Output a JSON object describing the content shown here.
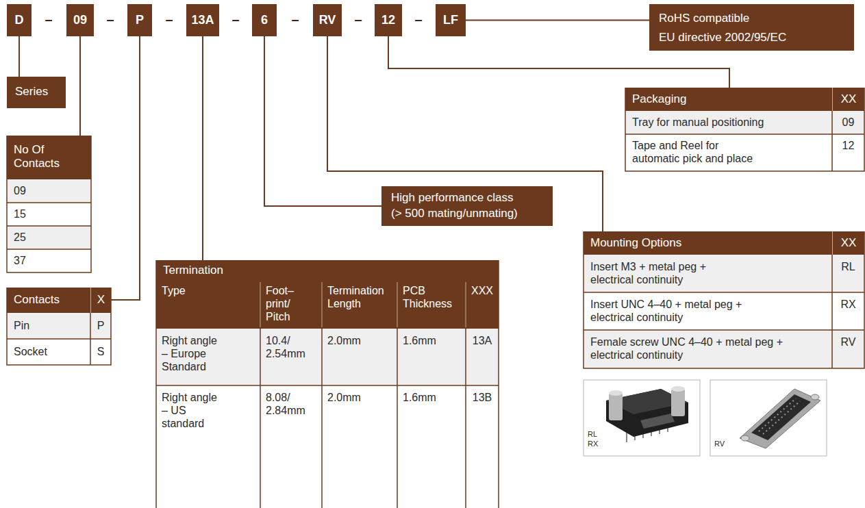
{
  "diagram": {
    "nodes": [
      {
        "text": [
          "D"
        ]
      },
      {
        "text": [
          "09"
        ]
      },
      {
        "text": [
          "P"
        ]
      },
      {
        "text": [
          "13A"
        ]
      },
      {
        "text": [
          "6"
        ]
      },
      {
        "text": [
          "RV"
        ]
      },
      {
        "text": [
          "12"
        ]
      },
      {
        "text": [
          "LF"
        ]
      },
      {
        "text": [
          "RoHS compatible",
          "EU directive 2002/95/EC"
        ]
      },
      {
        "text": [
          "Series"
        ]
      },
      {
        "text": [
          "No Of Contacts"
        ]
      },
      {
        "text": [
          "Contacts",
          "X"
        ]
      },
      {
        "text": [
          "Termination"
        ]
      },
      {
        "text": [
          "High performance class",
          "(> 500 mating/unmating)"
        ]
      },
      {
        "text": [
          "Mounting Options",
          "XX"
        ]
      },
      {
        "text": [
          "Packaging",
          "XX"
        ]
      }
    ],
    "edges": [
      {
        "from": 0,
        "to": 9,
        "arrow": "none"
      },
      {
        "from": 1,
        "to": 10,
        "arrow": "none"
      },
      {
        "from": 2,
        "to": 11,
        "arrow": "none"
      },
      {
        "from": 3,
        "to": 12,
        "arrow": "none"
      },
      {
        "from": 4,
        "to": 13,
        "arrow": "none"
      },
      {
        "from": 5,
        "to": 14,
        "arrow": "none"
      },
      {
        "from": 6,
        "to": 15,
        "arrow": "none"
      },
      {
        "from": 7,
        "to": 8,
        "arrow": "none"
      }
    ],
    "labels": [
      "–",
      "–",
      "–",
      "–",
      "–",
      "–",
      "–",
      "09",
      "15",
      "25",
      "37",
      "Pin",
      "P",
      "Socket",
      "S",
      "Type",
      "Foot– print/ Pitch",
      "Termination Length",
      "PCB Thickness",
      "XXX",
      "Right angle – Europe Standard",
      "10.4/ 2.54mm",
      "2.0mm",
      "1.6mm",
      "13A",
      "Right angle – US standard",
      "8.08/ 2.84mm",
      "2.0mm",
      "1.6mm",
      "13B",
      "Insert M3 + metal peg + electrical continuity",
      "RL",
      "Insert UNC 4–40 + metal peg + electrical continuity",
      "RX",
      "Female screw UNC 4–40 + metal peg + electrical continuity",
      "RV",
      "Tray for manual positioning",
      "09",
      "Tape and Reel for automatic pick and place",
      "12",
      "RL",
      "RX",
      "RV"
    ]
  }
}
